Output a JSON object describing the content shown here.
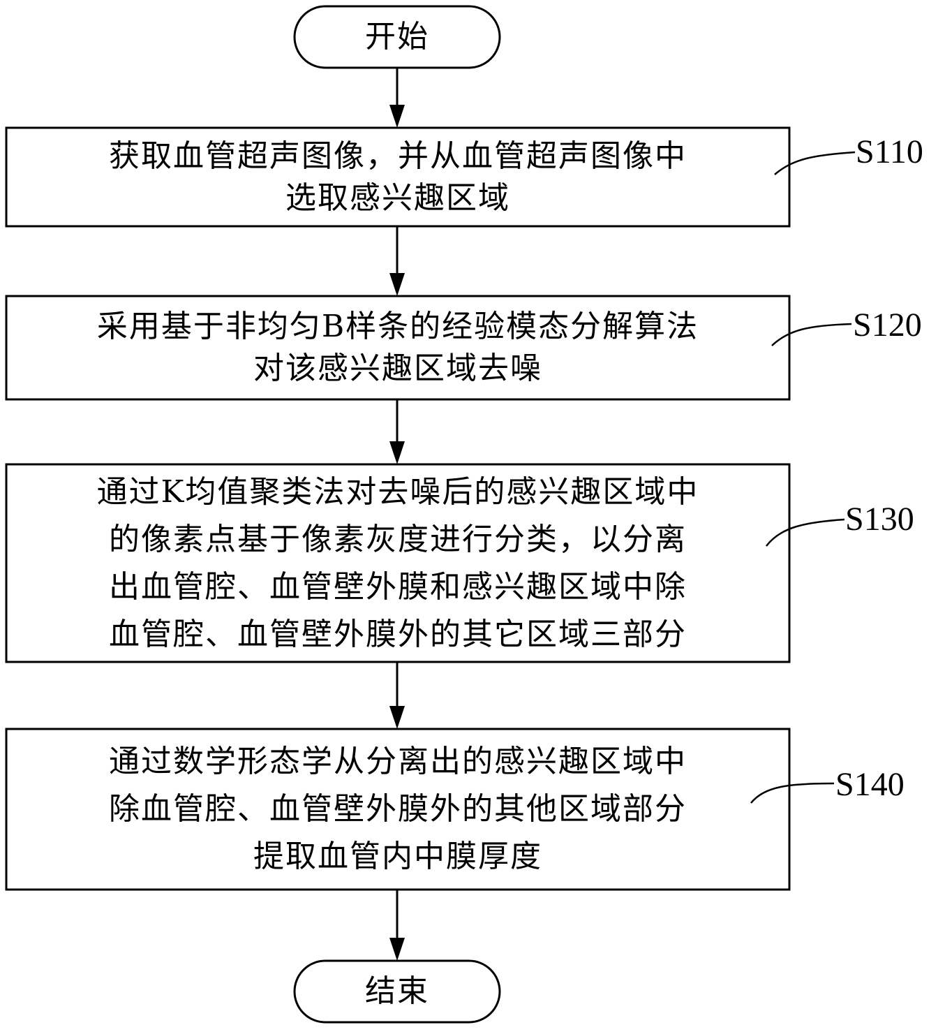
{
  "flowchart": {
    "start_label": "开始",
    "end_label": "结束",
    "steps": [
      {
        "id": "S110",
        "lines": [
          "获取血管超声图像，并从血管超声图像中",
          "选取感兴趣区域"
        ]
      },
      {
        "id": "S120",
        "lines": [
          "采用基于非均匀B样条的经验模态分解算法",
          "对该感兴趣区域去噪"
        ]
      },
      {
        "id": "S130",
        "lines": [
          "通过K均值聚类法对去噪后的感兴趣区域中",
          "的像素点基于像素灰度进行分类，以分离",
          "出血管腔、血管壁外膜和感兴趣区域中除",
          "血管腔、血管壁外膜外的其它区域三部分"
        ]
      },
      {
        "id": "S140",
        "lines": [
          "通过数学形态学从分离出的感兴趣区域中",
          "除血管腔、血管壁外膜外的其他区域部分",
          "提取血管内中膜厚度"
        ]
      }
    ]
  }
}
